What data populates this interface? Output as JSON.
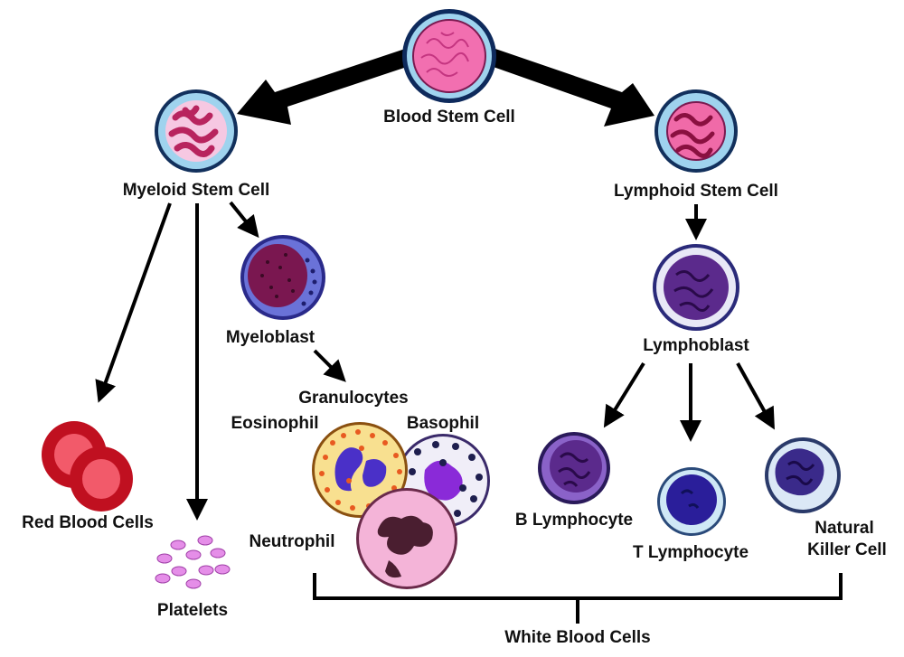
{
  "labels": {
    "blood_stem_cell": "Blood Stem Cell",
    "myeloid_stem_cell": "Myeloid Stem Cell",
    "lymphoid_stem_cell": "Lymphoid Stem Cell",
    "myeloblast": "Myeloblast",
    "lymphoblast": "Lymphoblast",
    "granulocytes": "Granulocytes",
    "eosinophil": "Eosinophil",
    "basophil": "Basophil",
    "neutrophil": "Neutrophil",
    "red_blood_cells": "Red Blood Cells",
    "platelets": "Platelets",
    "b_lymphocyte": "B Lymphocyte",
    "t_lymphocyte": "T Lymphocyte",
    "natural_killer_line1": "Natural",
    "natural_killer_line2": "Killer Cell",
    "white_blood_cells": "White Blood Cells"
  },
  "colors": {
    "stem_nucleus": "#f26fb0",
    "stem_membrane": "#9fd3ee",
    "myeloid_nucleus": "#b8245e",
    "myeloblast_cyto": "#6a72d8",
    "myeloblast_nucleus": "#7a1750",
    "lympho_nucleus": "#5b2a8c",
    "red_cell": "#e8283c",
    "platelet": "#e58ee8",
    "eosinophil_granules": "#f0a030",
    "basophil_nucleus": "#8a2ad8",
    "neutrophil_cyto": "#f4b4d8",
    "neutrophil_nucleus": "#4a1e30",
    "t_cell_nucleus": "#2a1e9a",
    "arrow": "#000000"
  }
}
